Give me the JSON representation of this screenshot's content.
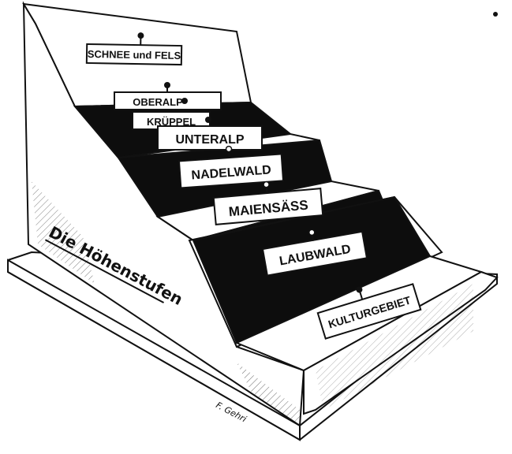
{
  "title": "Die Höhenstufen",
  "signature": "F. Gehri",
  "zones": [
    "SCHNEE und FELS",
    "OBERALP",
    "KRÜPPEL",
    "UNTERALP",
    "NADELWALD",
    "MAIENSÄSS",
    "LAUBWALD",
    "KULTURGEBIET"
  ],
  "colors": {
    "ink": "#111111",
    "paper": "#ffffff",
    "riser": "#0d0d0d"
  }
}
